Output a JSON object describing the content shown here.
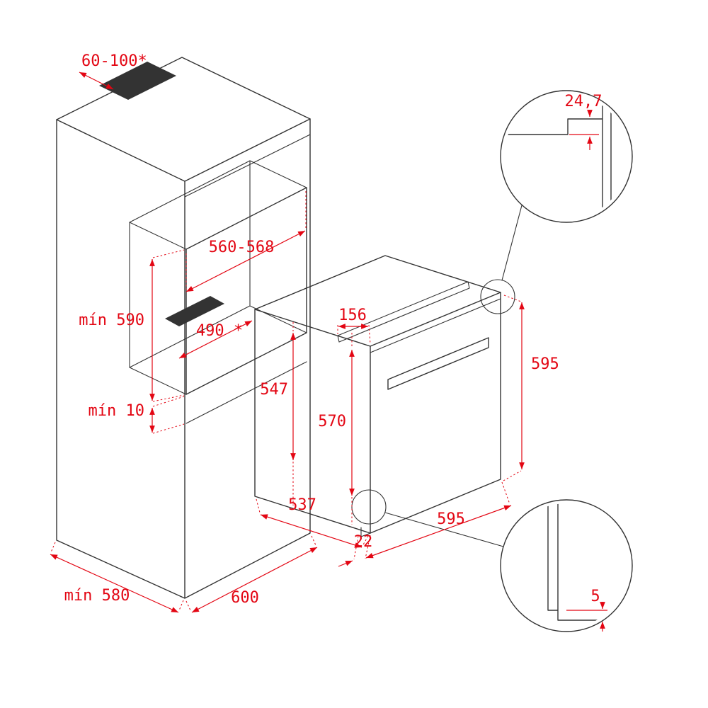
{
  "colors": {
    "line": "#333333",
    "dimension": "#e30613",
    "background": "#ffffff"
  },
  "cabinet": {
    "vent_slot_width": "60-100*",
    "niche_width": "560-568",
    "niche_height_min": "mín 590",
    "niche_vent_width": "490 *",
    "clearance_min": "mín 10",
    "depth_min": "mín 580",
    "width": "600"
  },
  "oven": {
    "top_recess": "156",
    "body_height": "547",
    "front_panel_height": "570",
    "height": "595",
    "depth": "537",
    "width": "595",
    "door_offset": "22"
  },
  "details": {
    "top_overhang": "24,7",
    "bottom_gap": "5"
  }
}
